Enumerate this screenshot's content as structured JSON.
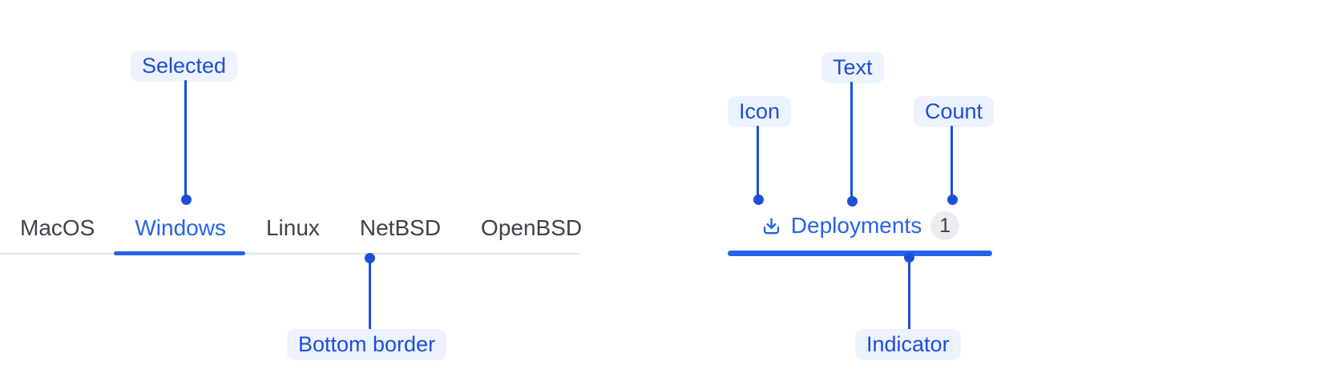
{
  "figure": {
    "left": {
      "tabs": [
        {
          "label": "MacOS",
          "selected": false
        },
        {
          "label": "Windows",
          "selected": true
        },
        {
          "label": "Linux",
          "selected": false
        },
        {
          "label": "NetBSD",
          "selected": false
        },
        {
          "label": "OpenBSD",
          "selected": false
        }
      ],
      "callouts": {
        "selected": "Selected",
        "bottom_border": "Bottom border"
      }
    },
    "right": {
      "tab": {
        "icon": "download-icon",
        "label": "Deployments",
        "count": "1"
      },
      "callouts": {
        "icon": "Icon",
        "text": "Text",
        "count": "Count",
        "indicator": "Indicator"
      }
    }
  },
  "colors": {
    "callout-blue": "#1D4ED8",
    "callout-pill-bg": "#EDF3FE",
    "active-blue": "#2563EB",
    "tab-text": "#3D434B",
    "border-gray": "#E4E6EA",
    "badge-bg": "#EBECEE",
    "badge-text": "#394048"
  }
}
